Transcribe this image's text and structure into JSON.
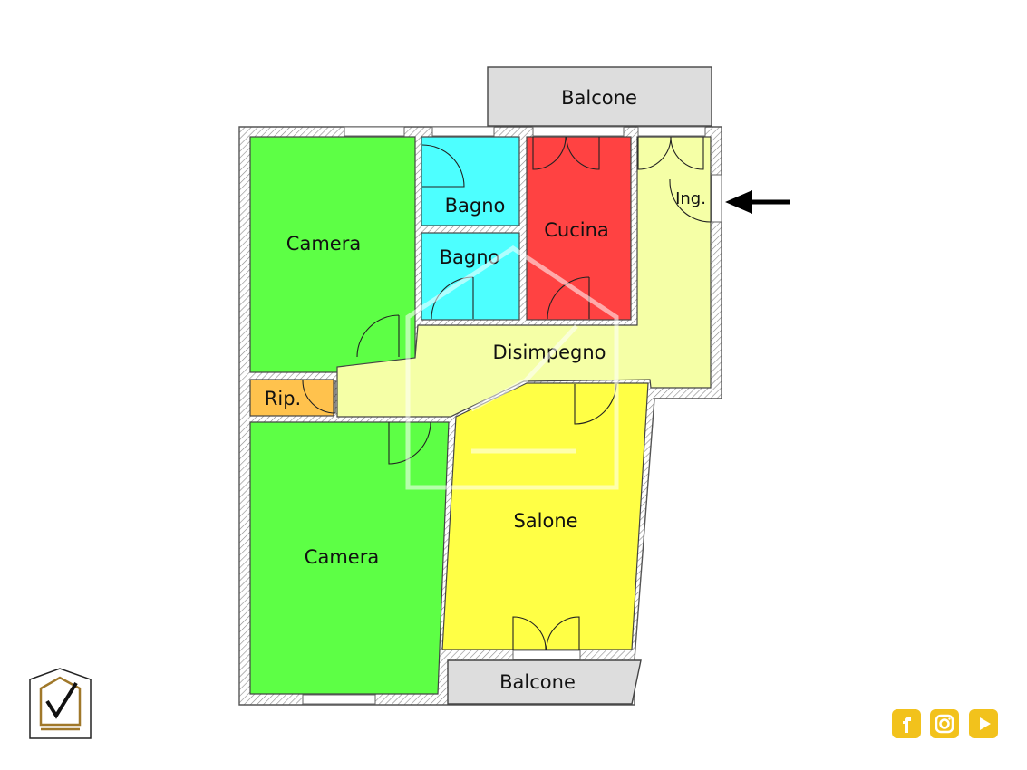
{
  "rooms": {
    "balcone_top": "Balcone",
    "camera_top": "Camera",
    "bagno_1": "Bagno",
    "bagno_2": "Bagno",
    "cucina": "Cucina",
    "ingresso": "Ing.",
    "disimpegno": "Disimpegno",
    "ripostiglio": "Rip.",
    "camera_bottom": "Camera",
    "salone": "Salone",
    "balcone_bottom": "Balcone"
  },
  "colors": {
    "camera": "#5dff45",
    "bagno": "#4dffff",
    "cucina": "#ff4242",
    "disimpegno": "#f5ffa6",
    "salone": "#ffff45",
    "ripostiglio": "#ffc24d",
    "balcone": "#dddddd",
    "social": "#f2c21c",
    "logo": "#a0782a"
  },
  "icons": {
    "entrance_arrow": "arrow-left-icon",
    "logo": "house-check-logo",
    "social": [
      "facebook-icon",
      "instagram-icon",
      "youtube-icon"
    ]
  }
}
